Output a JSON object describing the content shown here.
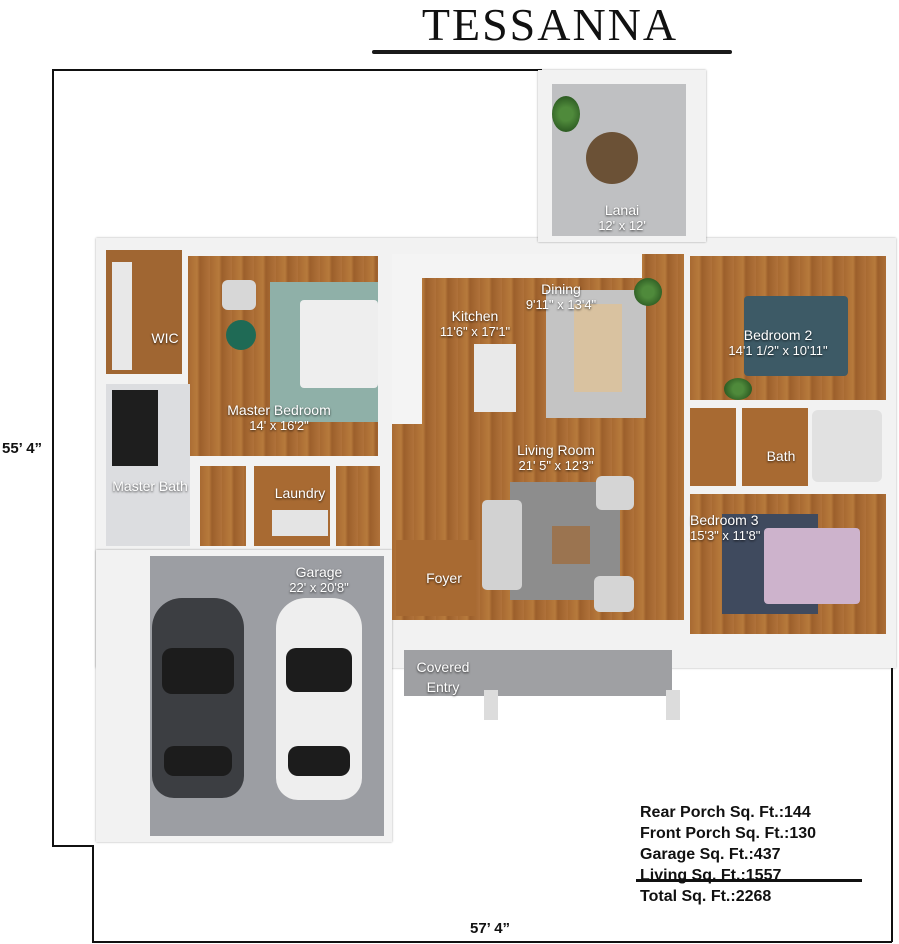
{
  "title": "TESSANNA",
  "dimensions": {
    "height": "55’ 4”",
    "width": "57’ 4”"
  },
  "rooms": {
    "lanai": {
      "name": "Lanai",
      "dims": "12' x 12'"
    },
    "wic": {
      "name": "WIC"
    },
    "master_bedroom": {
      "name": "Master Bedroom",
      "dims": "14' x 16'2\""
    },
    "master_bath": {
      "name": "Master Bath"
    },
    "laundry": {
      "name": "Laundry"
    },
    "kitchen": {
      "name": "Kitchen",
      "dims": "11'6\" x 17'1\""
    },
    "dining": {
      "name": "Dining",
      "dims": "9'11\" x 13'4\""
    },
    "living_room": {
      "name": "Living Room",
      "dims": "21' 5\" x 12'3\""
    },
    "bedroom2": {
      "name": "Bedroom 2",
      "dims": "14'1 1/2\" x 10'11\""
    },
    "bath": {
      "name": "Bath"
    },
    "bedroom3": {
      "name": "Bedroom 3",
      "dims": "15'3\" x 11'8\""
    },
    "foyer": {
      "name": "Foyer"
    },
    "garage": {
      "name": "Garage",
      "dims": "22' x 20'8\""
    },
    "covered_entry": {
      "line1": "Covered",
      "line2": "Entry"
    }
  },
  "stats": {
    "rear_porch": "Rear Porch Sq. Ft.:144",
    "front_porch": "Front Porch Sq. Ft.:130",
    "garage": "Garage Sq. Ft.:437",
    "living": "Living Sq. Ft.:1557",
    "total": "Total Sq. Ft.:2268"
  },
  "colors": {
    "wood": "#a86a32",
    "wall": "#f2f2f2",
    "garage_floor": "#9c9ea3",
    "tile": "#dcdde0",
    "text": "#111111"
  }
}
